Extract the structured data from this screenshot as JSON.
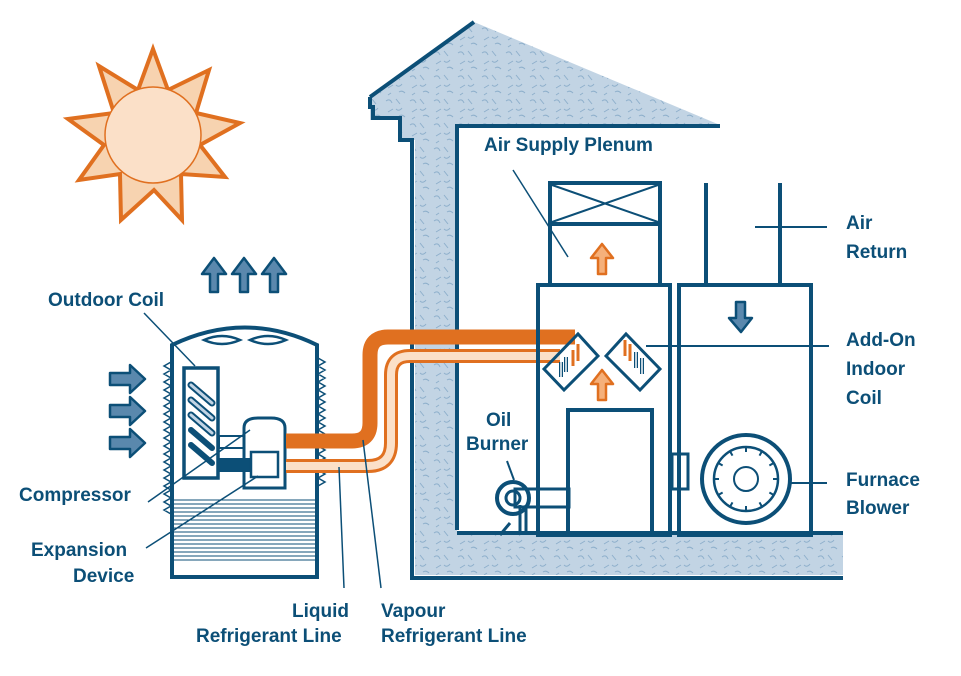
{
  "title": "Add-On Heat Pump System with Oil Furnace",
  "colors": {
    "navy": "#0c4f77",
    "insulation": "#c2d4e4",
    "orange": "#e07020",
    "orange_light": "#f5b07a",
    "cream": "#fbe0c8",
    "arrow_blue": "#5a88ad"
  },
  "labels": {
    "outdoor_coil": "Outdoor Coil",
    "compressor": "Compressor",
    "expansion_device_line1": "Expansion",
    "expansion_device_line2": "Device",
    "liquid_line1": "Liquid",
    "liquid_line2": "Refrigerant Line",
    "vapour_line1": "Vapour",
    "vapour_line2": "Refrigerant Line",
    "air_supply_plenum": "Air Supply Plenum",
    "air_return_line1": "Air",
    "air_return_line2": "Return",
    "indoor_coil_line1": "Add-On",
    "indoor_coil_line2": "Indoor",
    "indoor_coil_line3": "Coil",
    "oil_burner_line1": "Oil",
    "oil_burner_line2": "Burner",
    "furnace_blower_line1": "Furnace",
    "furnace_blower_line2": "Blower"
  }
}
